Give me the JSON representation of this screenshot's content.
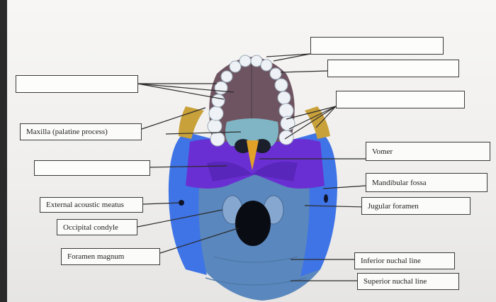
{
  "labels": {
    "maxilla_palatine_process": "Maxilla (palatine process)",
    "vomer": "Vomer",
    "mandibular_fossa": "Mandibular fossa",
    "external_acoustic_meatus": "External acoustic meatus",
    "jugular_foramen": "Jugular foramen",
    "occipital_condyle": "Occipital condyle",
    "foramen_magnum": "Foramen magnum",
    "inferior_nuchal_line": "Inferior nuchal line",
    "superior_nuchal_line": "Superior nuchal line"
  },
  "blank_label_count": 5,
  "colors": {
    "palate": "#6e5460",
    "teeth": "#eef2f6",
    "sphenoid_purple": "#6a2fd2",
    "temporal_blue": "#3f74e6",
    "occipital": "#5a87bd",
    "vomer_gold": "#e2a227",
    "zygomatic_gold": "#c9a13a",
    "palatine_teal": "#7fb5c4",
    "leader_line": "#2b2b2b"
  }
}
